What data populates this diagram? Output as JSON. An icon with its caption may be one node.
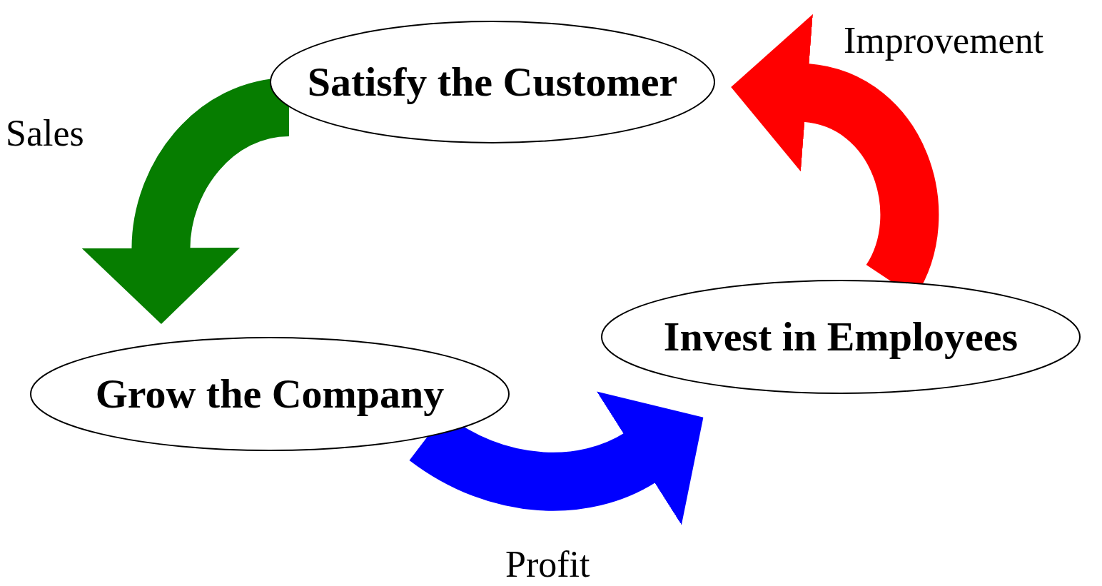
{
  "diagram": {
    "nodes": [
      {
        "text": [
          "Satisfy the Customer"
        ]
      },
      {
        "text": [
          "Grow the Company"
        ]
      },
      {
        "text": [
          "Invest in Employees"
        ]
      }
    ],
    "edges": [
      {
        "from": 0,
        "to": 1,
        "arrow": "to",
        "label": "Sales",
        "color": "#067d00"
      },
      {
        "from": 1,
        "to": 2,
        "arrow": "to",
        "label": "Profit",
        "color": "#0000ff"
      },
      {
        "from": 2,
        "to": 0,
        "arrow": "to",
        "label": "Improvement",
        "color": "#ff0000"
      }
    ]
  }
}
